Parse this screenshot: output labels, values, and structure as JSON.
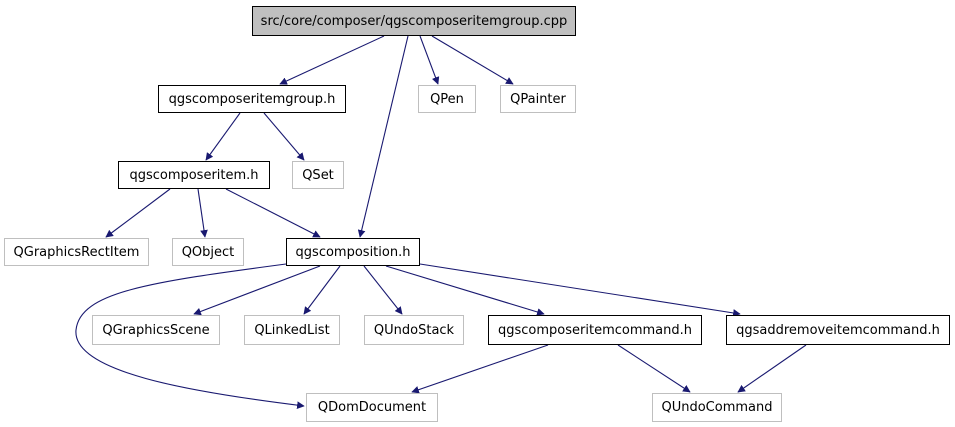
{
  "diagram": {
    "nodes": [
      {
        "id": "root",
        "label": "src/core/composer/qgscomposeritemgroup.cpp",
        "kind": "root"
      },
      {
        "id": "itemgroup_h",
        "label": "qgscomposeritemgroup.h",
        "kind": "doc"
      },
      {
        "id": "qpen",
        "label": "QPen",
        "kind": "ext"
      },
      {
        "id": "qpainter",
        "label": "QPainter",
        "kind": "ext"
      },
      {
        "id": "item_h",
        "label": "qgscomposeritem.h",
        "kind": "doc"
      },
      {
        "id": "qset",
        "label": "QSet",
        "kind": "ext"
      },
      {
        "id": "qgraphicsrectitem",
        "label": "QGraphicsRectItem",
        "kind": "ext"
      },
      {
        "id": "qobject",
        "label": "QObject",
        "kind": "ext"
      },
      {
        "id": "composition_h",
        "label": "qgscomposition.h",
        "kind": "doc"
      },
      {
        "id": "qgraphicsscene",
        "label": "QGraphicsScene",
        "kind": "ext"
      },
      {
        "id": "qlinkedlist",
        "label": "QLinkedList",
        "kind": "ext"
      },
      {
        "id": "qundostack",
        "label": "QUndoStack",
        "kind": "ext"
      },
      {
        "id": "itemcommand_h",
        "label": "qgscomposeritemcommand.h",
        "kind": "doc"
      },
      {
        "id": "addremove_h",
        "label": "qgsaddremoveitemcommand.h",
        "kind": "doc"
      },
      {
        "id": "qdomdocument",
        "label": "QDomDocument",
        "kind": "ext"
      },
      {
        "id": "qundocommand",
        "label": "QUndoCommand",
        "kind": "ext"
      }
    ],
    "edges": [
      {
        "from": "root",
        "to": "itemgroup_h"
      },
      {
        "from": "root",
        "to": "composition_h"
      },
      {
        "from": "root",
        "to": "qpen"
      },
      {
        "from": "root",
        "to": "qpainter"
      },
      {
        "from": "itemgroup_h",
        "to": "item_h"
      },
      {
        "from": "itemgroup_h",
        "to": "qset"
      },
      {
        "from": "item_h",
        "to": "qgraphicsrectitem"
      },
      {
        "from": "item_h",
        "to": "qobject"
      },
      {
        "from": "item_h",
        "to": "composition_h"
      },
      {
        "from": "composition_h",
        "to": "qgraphicsscene"
      },
      {
        "from": "composition_h",
        "to": "qlinkedlist"
      },
      {
        "from": "composition_h",
        "to": "qundostack"
      },
      {
        "from": "composition_h",
        "to": "itemcommand_h"
      },
      {
        "from": "composition_h",
        "to": "addremove_h"
      },
      {
        "from": "composition_h",
        "to": "qdomdocument"
      },
      {
        "from": "itemcommand_h",
        "to": "qdomdocument"
      },
      {
        "from": "itemcommand_h",
        "to": "qundocommand"
      },
      {
        "from": "addremove_h",
        "to": "qundocommand"
      }
    ],
    "colors": {
      "edge": "#191970",
      "root_fill": "#bfbfbf",
      "doc_border": "#000000",
      "ext_border": "#bfbfbf"
    }
  }
}
